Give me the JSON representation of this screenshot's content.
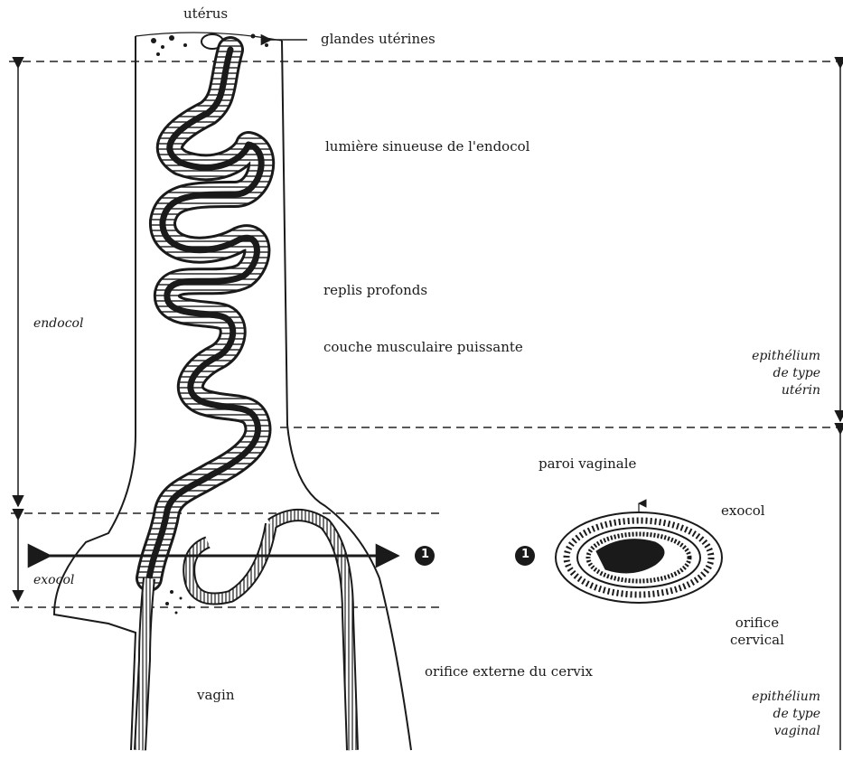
{
  "diagram": {
    "labels": {
      "uterus": "utérus",
      "glandes": "glandes utérines",
      "lumiere": "lumière sinueuse de l'endocol",
      "replis": "replis profonds",
      "couche": "couche musculaire puissante",
      "endocol": "endocol",
      "exocol_left": "exocol",
      "paroi": "paroi vaginale",
      "exocol_right": "exocol",
      "orifice_cervical": [
        "orifice",
        "cervical"
      ],
      "orifice_externe": "orifice externe du cervix",
      "vagin": "vagin",
      "epith_uterin": [
        "epithélium",
        "de type",
        "utérin"
      ],
      "epith_vaginal": [
        "epithélium",
        "de type",
        "vaginal"
      ],
      "marker_left": "1",
      "marker_right": "1"
    },
    "colors": {
      "ink": "#1a1a1a",
      "paper": "#ffffff"
    }
  }
}
